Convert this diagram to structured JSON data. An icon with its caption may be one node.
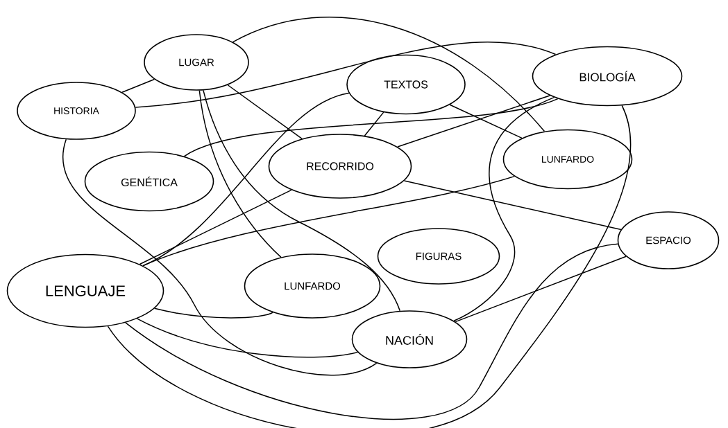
{
  "diagram": {
    "nodes": [
      {
        "text": [
          "LUGAR"
        ]
      },
      {
        "text": [
          "TEXTOS"
        ]
      },
      {
        "text": [
          "BIOLOGÍA"
        ]
      },
      {
        "text": [
          "HISTORIA"
        ]
      },
      {
        "text": [
          "GENÉTICA"
        ]
      },
      {
        "text": [
          "RECORRIDO"
        ]
      },
      {
        "text": [
          "LUNFARDO"
        ]
      },
      {
        "text": [
          "FIGURAS"
        ]
      },
      {
        "text": [
          "ESPACIO"
        ]
      },
      {
        "text": [
          "LENGUAJE"
        ]
      },
      {
        "text": [
          "LUNFARDO"
        ]
      },
      {
        "text": [
          "NACIÓN"
        ]
      }
    ],
    "edges": [
      {
        "from": 3,
        "to": 0,
        "arrow": "none"
      },
      {
        "from": 3,
        "to": 2,
        "arrow": "none"
      },
      {
        "from": 3,
        "to": 11,
        "arrow": "none"
      },
      {
        "from": 0,
        "to": 6,
        "arrow": "none"
      },
      {
        "from": 0,
        "to": 5,
        "arrow": "none"
      },
      {
        "from": 0,
        "to": 10,
        "arrow": "none"
      },
      {
        "from": 0,
        "to": 11,
        "arrow": "none"
      },
      {
        "from": 1,
        "to": 5,
        "arrow": "none"
      },
      {
        "from": 1,
        "to": 6,
        "arrow": "none"
      },
      {
        "from": 1,
        "to": 9,
        "arrow": "none"
      },
      {
        "from": 4,
        "to": 2,
        "arrow": "none"
      },
      {
        "from": 2,
        "to": 5,
        "arrow": "none"
      },
      {
        "from": 2,
        "to": 11,
        "arrow": "none"
      },
      {
        "from": 2,
        "to": 9,
        "arrow": "none"
      },
      {
        "from": 5,
        "to": 8,
        "arrow": "none"
      },
      {
        "from": 5,
        "to": 9,
        "arrow": "none"
      },
      {
        "from": 6,
        "to": 9,
        "arrow": "none"
      },
      {
        "from": 8,
        "to": 11,
        "arrow": "none"
      },
      {
        "from": 8,
        "to": 9,
        "arrow": "none"
      },
      {
        "from": 9,
        "to": 10,
        "arrow": "none"
      },
      {
        "from": 9,
        "to": 11,
        "arrow": "none"
      }
    ]
  }
}
